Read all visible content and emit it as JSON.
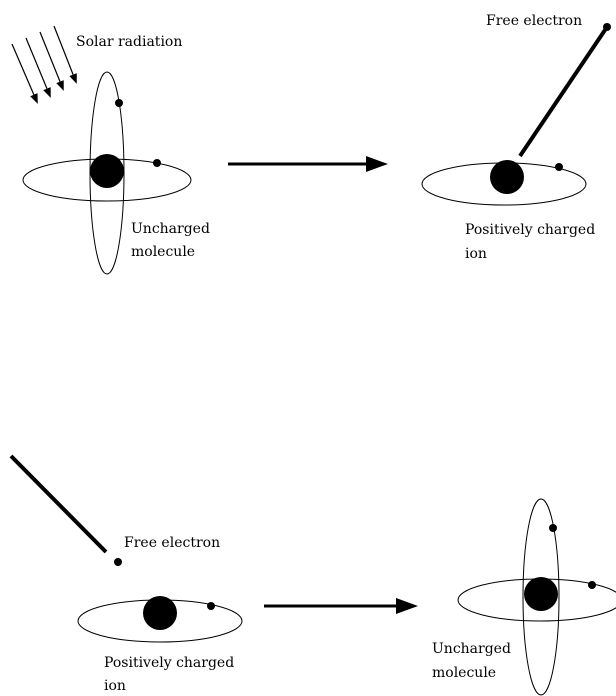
{
  "colors": {
    "ink": "#000000",
    "background": "#ffffff"
  },
  "labels": {
    "solar_radiation": "Solar radiation",
    "free_electron": "Free electron",
    "uncharged_line1": "Uncharged",
    "uncharged_line2": "molecule",
    "positively_line1": "Positively charged",
    "positively_line2": "ion"
  }
}
